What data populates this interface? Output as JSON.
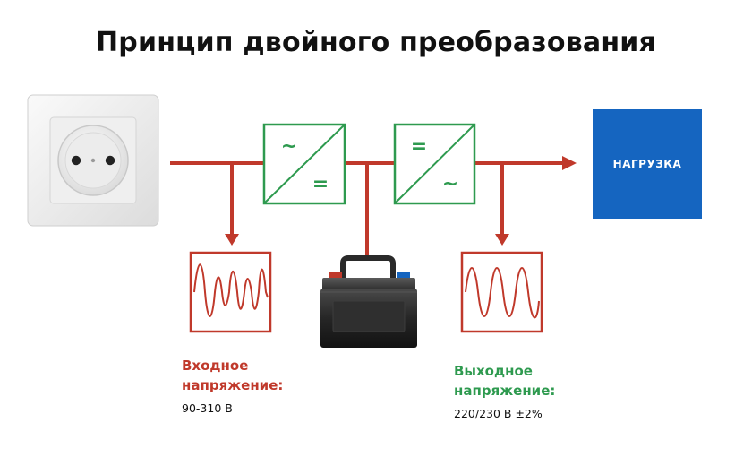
{
  "title": "Принцип двойного преобразования",
  "load": {
    "label": "НАГРУЗКА",
    "color": "#1565c0"
  },
  "rectifier": {
    "top_symbol": "~",
    "bottom_symbol": "="
  },
  "inverter": {
    "top_symbol": "=",
    "bottom_symbol": "~"
  },
  "input": {
    "caption_line1": "Входное",
    "caption_line2": "напряжение:",
    "value": "90-310 В"
  },
  "output": {
    "caption_line1": "Выходное",
    "caption_line2": "напряжение:",
    "value": "220/230 В ±2%"
  },
  "colors": {
    "line": "#c0392b",
    "converter": "#2e9a4f",
    "load": "#1565c0",
    "input_caption": "#c0392b",
    "output_caption": "#2e9a4f"
  },
  "icons": {
    "socket": "power-socket-icon",
    "battery": "car-battery-icon",
    "input_wave": "distorted-wave-icon",
    "output_wave": "sine-wave-icon"
  }
}
